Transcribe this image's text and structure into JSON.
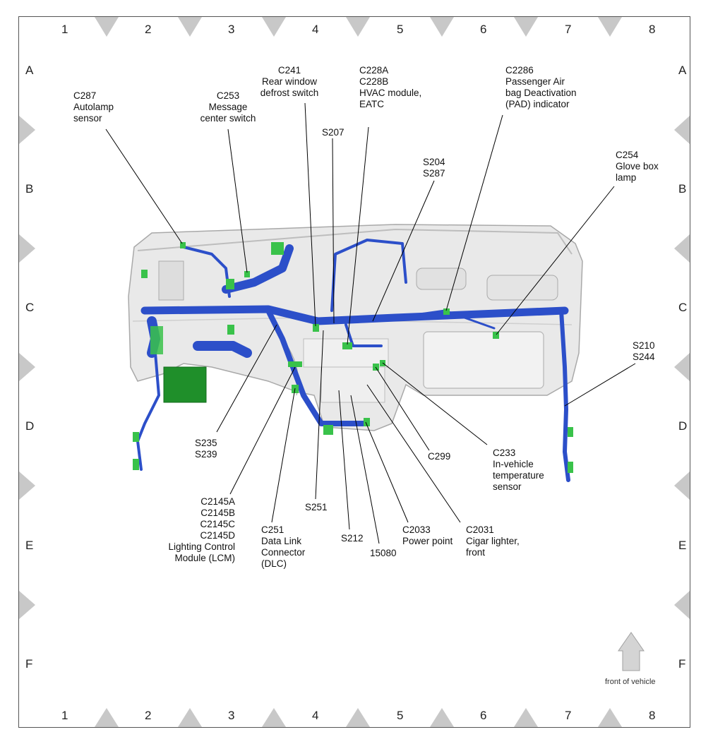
{
  "grid": {
    "columns": [
      "1",
      "2",
      "3",
      "4",
      "5",
      "6",
      "7",
      "8"
    ],
    "rows": [
      "A",
      "B",
      "C",
      "D",
      "E",
      "F"
    ]
  },
  "callouts": {
    "c287": "C287\nAutolamp\nsensor",
    "c253": "C253\nMessage\ncenter switch",
    "c241": "C241\nRear window\ndefrost switch",
    "c228": "C228A\nC228B\nHVAC module,\nEATC",
    "c2286": "C2286\nPassenger Air\nbag Deactivation\n(PAD) indicator",
    "s207": "S207",
    "s204": "S204\nS287",
    "c254": "C254\nGlove box\nlamp",
    "s210": "S210\nS244",
    "s235": "S235\nS239",
    "c2145": "C2145A\nC2145B\nC2145C\nC2145D\nLighting Control\nModule (LCM)",
    "c251": "C251\nData Link\nConnector\n(DLC)",
    "s251": "S251",
    "s212": "S212",
    "n15080": "15080",
    "c2033": "C2033\nPower point",
    "c2031": "C2031\nCigar lighter,\nfront",
    "c299": "C299",
    "c233": "C233\nIn-vehicle\ntemperature\nsensor"
  },
  "front_of_vehicle": "front of vehicle",
  "colors": {
    "harness": "#2c4fc9",
    "connector": "#39c24a",
    "module": "#1f8f2a",
    "dash": "#d6d6d6",
    "grid_marker": "#c8c8c8"
  }
}
